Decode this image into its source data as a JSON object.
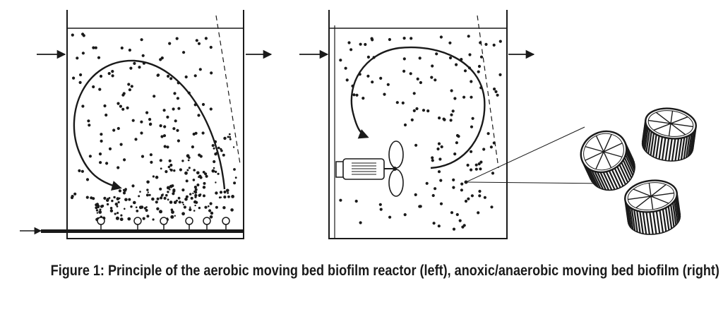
{
  "figure": {
    "caption": "Figure 1: Principle of the aerobic moving bed biofilm reactor (left), anoxic/anaerobic moving bed biofilm (right)"
  },
  "reactors": [
    {
      "name": "aerobic-reactor",
      "diffuser_count": 6,
      "has_mixer": false
    },
    {
      "name": "anoxic-anaerobic-reactor",
      "diffuser_count": 0,
      "has_mixer": true
    }
  ],
  "carrier_detail": {
    "carrier_count": 3
  },
  "colors": {
    "ink": "#1a1a1a",
    "background": "#ffffff"
  }
}
